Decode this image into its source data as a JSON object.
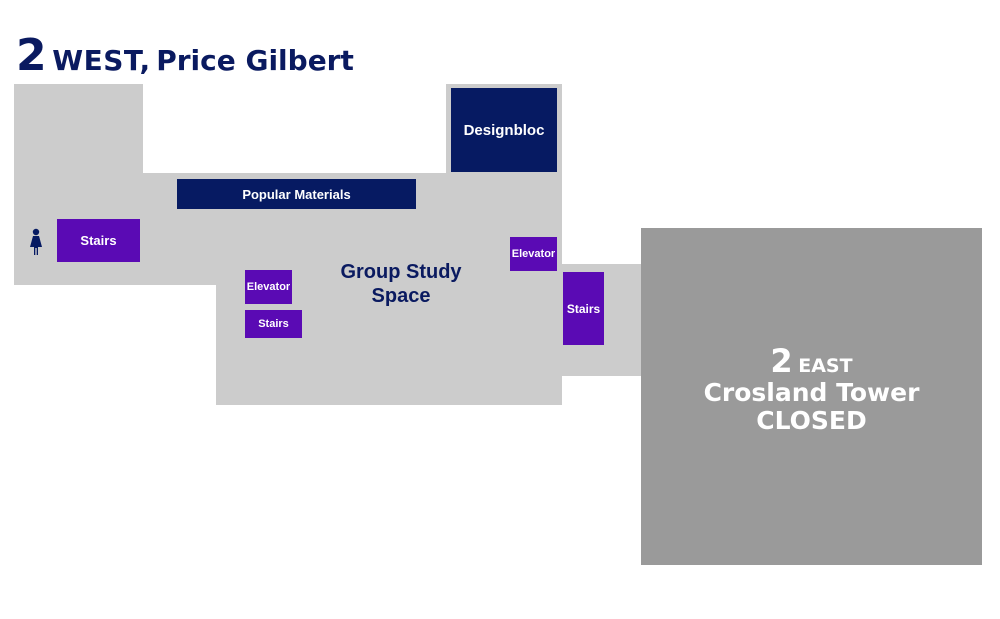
{
  "title": {
    "floor_number": "2",
    "wing": "WEST,",
    "building": "Price Gilbert"
  },
  "rooms": {
    "designbloc": "Designbloc",
    "popular_materials": "Popular Materials",
    "stairs_west": "Stairs",
    "elevator_center": "Elevator",
    "stairs_center": "Stairs",
    "elevator_east": "Elevator",
    "stairs_east": "Stairs",
    "group_study_line1": "Group Study",
    "group_study_line2": "Space"
  },
  "east": {
    "floor_number": "2",
    "wing": "EAST",
    "building": "Crosland Tower",
    "status": "CLOSED"
  },
  "icons": {
    "restroom": "womens-restroom-icon"
  },
  "colors": {
    "navy": "#061a62",
    "purple": "#5a0ab4",
    "floor": "#cccccc",
    "closed": "#9a9a9a"
  }
}
